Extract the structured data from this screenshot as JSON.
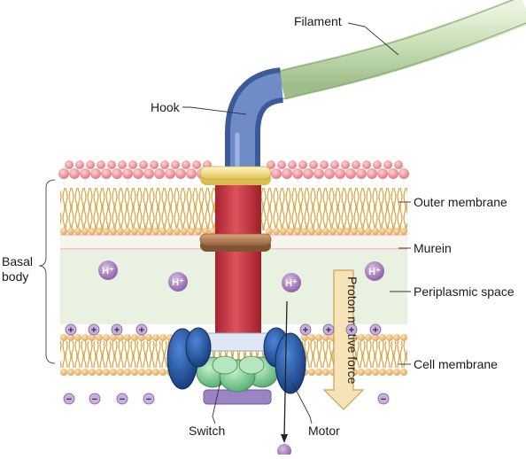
{
  "labels": {
    "filament": "Filament",
    "hook": "Hook",
    "outer_membrane": "Outer membrane",
    "murein": "Murein",
    "periplasmic_space": "Periplasmic space",
    "cell_membrane": "Cell membrane",
    "basal_body_line1": "Basal",
    "basal_body_line2": "body",
    "switch": "Switch",
    "motor": "Motor",
    "proton_motive_force": "Proton motive force"
  },
  "ions": {
    "proton": "H⁺",
    "plus": "+",
    "minus": "−"
  },
  "colors": {
    "filament": "#cfe3bf",
    "hook": "#5b78b8",
    "rod": "#cf3a45",
    "l_ring": "#f3e08a",
    "p_ring": "#b9835c",
    "motor": "#1f4f9a",
    "switch": "#8fd1a0",
    "periplasm": "#e8f2df",
    "lipid_head_outer": "#ef9aa2",
    "lipid_head_inner": "#f2c486",
    "proton": "#b58fc6"
  }
}
